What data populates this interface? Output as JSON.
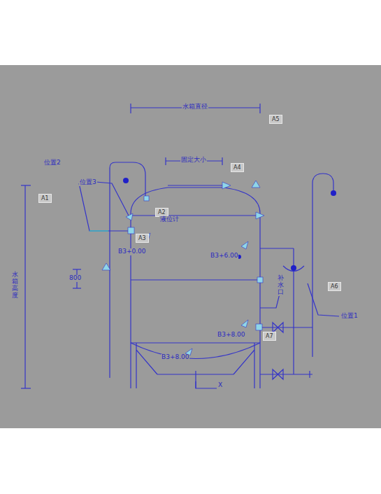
{
  "diagram": {
    "nodes": [
      {
        "text": [
          "A5"
        ]
      },
      {
        "text": [
          "A4"
        ]
      },
      {
        "text": [
          "A1"
        ]
      },
      {
        "text": [
          "A2"
        ]
      },
      {
        "text": [
          "A3"
        ]
      },
      {
        "text": [
          "A6"
        ]
      },
      {
        "text": [
          "A7"
        ]
      }
    ],
    "labels": [
      "水箱直径",
      "固定大小",
      "位置2",
      "位置3",
      "液位计",
      "B3+0.00",
      "B3+6.00",
      "800",
      "水箱高度",
      "补水口",
      "位置1",
      "B3+8.00",
      "B3+8.00",
      "X"
    ]
  }
}
